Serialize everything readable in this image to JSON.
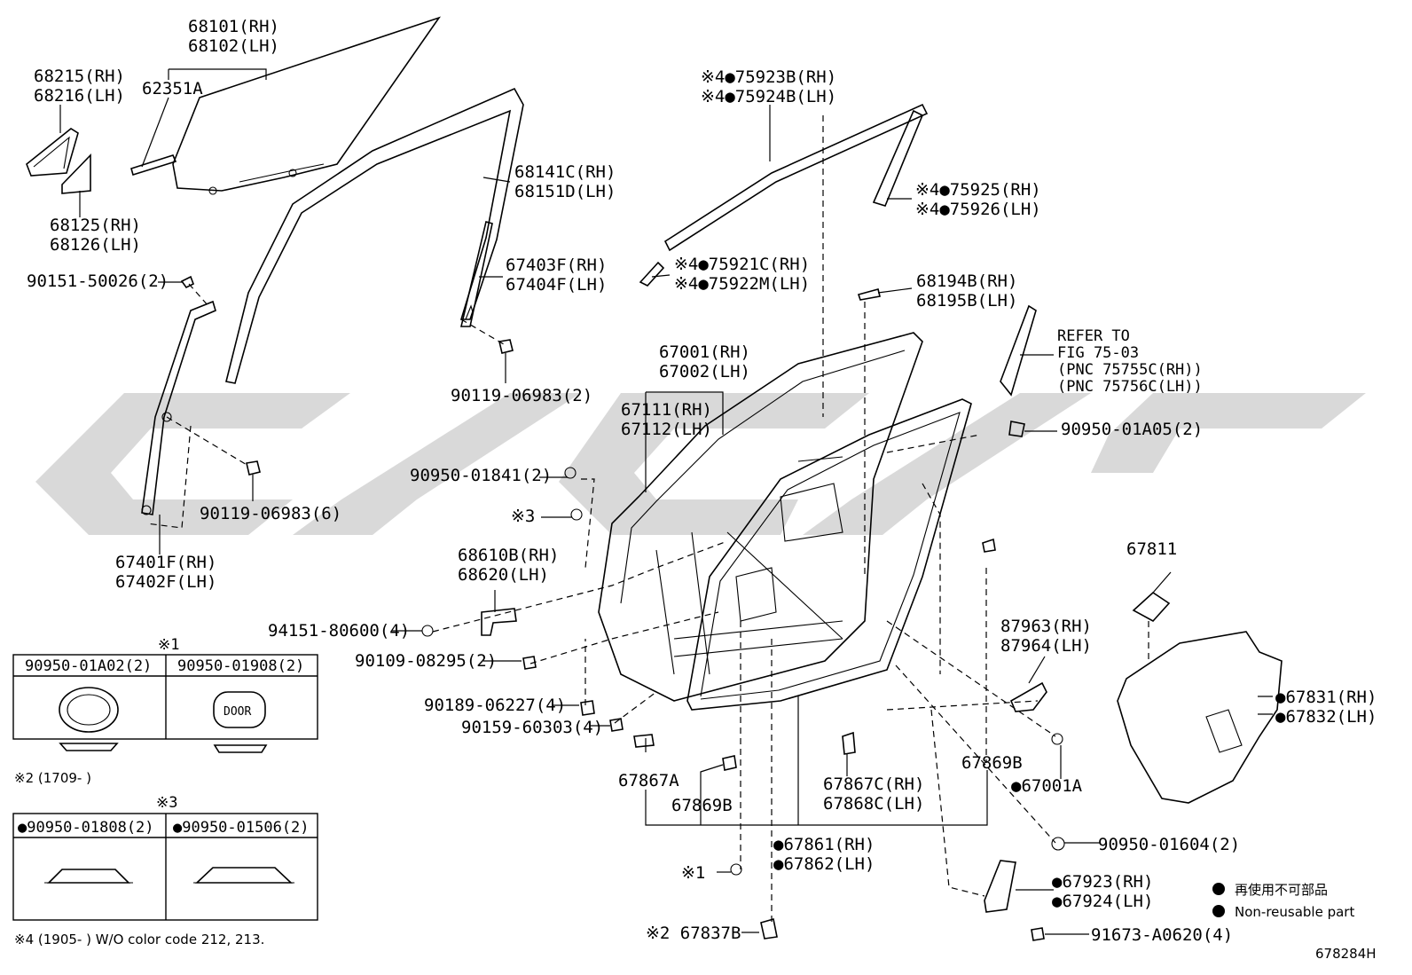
{
  "labels": {
    "l68101": "68101(RH)",
    "l68102": "68102(LH)",
    "l68215": "68215(RH)",
    "l68216": "68216(LH)",
    "l62351": "62351A",
    "l68125": "68125(RH)",
    "l68126": "68126(LH)",
    "l68141": "68141C(RH)",
    "l68151": "68151D(LH)",
    "l67403": "67403F(RH)",
    "l67404": "67404F(LH)",
    "l90151": "90151-50026(2)",
    "l90119a": "90119-06983(2)",
    "l90119b": "90119-06983(6)",
    "l67401": "67401F(RH)",
    "l67402": "67402F(LH)",
    "l75923": "※4●75923B(RH)",
    "l75924": "※4●75924B(LH)",
    "l75925": "※4●75925(RH)",
    "l75926": "※4●75926(LH)",
    "l75921": "※4●75921C(RH)",
    "l75922": "※4●75922M(LH)",
    "l68194": "68194B(RH)",
    "l68195": "68195B(LH)",
    "lrefer1": "REFER TO",
    "lrefer2": "FIG 75-03",
    "lrefer3": "(PNC 75755C(RH))",
    "lrefer4": "(PNC 75756C(LH))",
    "l67001": "67001(RH)",
    "l67002": "67002(LH)",
    "l67111": "67111(RH)",
    "l67112": "67112(LH)",
    "l90950_01841": "90950-01841(2)",
    "l90950_01a05": "90950-01A05(2)",
    "lref3": "※3",
    "l68610": "68610B(RH)",
    "l68620": "68620(LH)",
    "l67811": "67811",
    "l94151": "94151-80600(4)",
    "l90109": "90109-08295(2)",
    "l87963": "87963(RH)",
    "l87964": "87964(LH)",
    "l90189": "90189-06227(4)",
    "l90159": "90159-60303(4)",
    "l67831": "●67831(RH)",
    "l67832": "●67832(LH)",
    "l67867a": "67867A",
    "l67869b_a": "67869B",
    "l67869b_b": "67869B",
    "l67001a": "●67001A",
    "l67867c": "67867C(RH)",
    "l67868c": "67868C(LH)",
    "l67861": "●67861(RH)",
    "l67862": "●67862(LH)",
    "l90950_01604": "90950-01604(2)",
    "lref1": "※1",
    "l67923": "●67923(RH)",
    "l67924": "●67924(LH)",
    "l67837": "※2 67837B",
    "l91673": "91673-A0620(4)",
    "legend1": "再使用不可部品",
    "legend2": "Non-reusable part",
    "figno": "678284H"
  },
  "inset1": {
    "mark": "※1",
    "left_header": "90950-01A02(2)",
    "right_header": "90950-01908(2)",
    "door_text": "DOOR",
    "footnote": "※2 (1709-    )"
  },
  "inset2": {
    "mark": "※3",
    "left_header": "●90950-01808(2)",
    "right_header": "●90950-01506(2)",
    "footnote": "※4 (1905-      ) W/O color code 212, 213."
  }
}
